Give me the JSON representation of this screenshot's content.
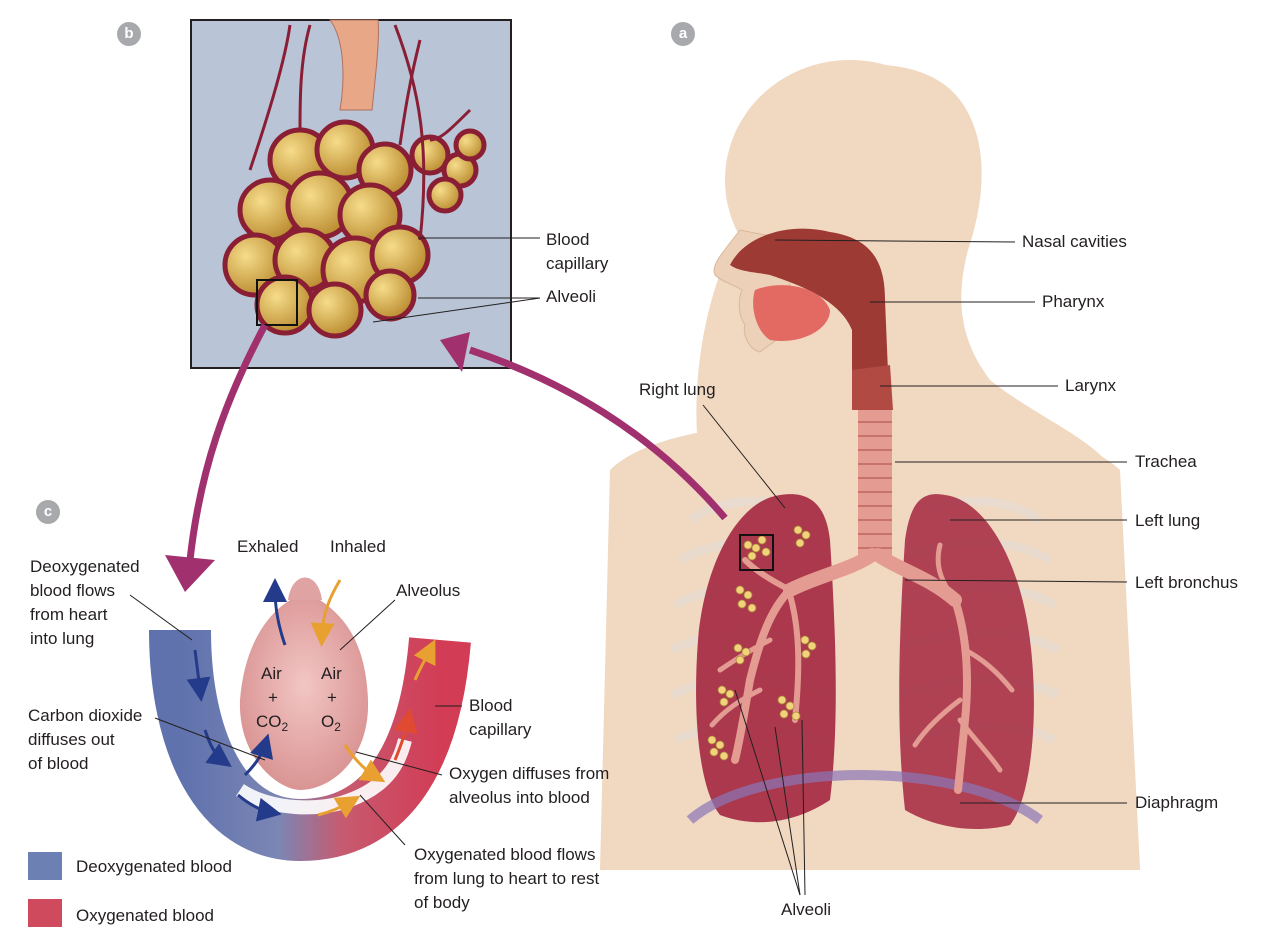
{
  "panels": {
    "a": "a",
    "b": "b",
    "c": "c"
  },
  "labels_a": {
    "nasal": "Nasal cavities",
    "pharynx": "Pharynx",
    "larynx": "Larynx",
    "trachea": "Trachea",
    "right_lung": "Right lung",
    "left_lung": "Left lung",
    "left_bronchus": "Left bronchus",
    "diaphragm": "Diaphragm",
    "alveoli": "Alveoli"
  },
  "labels_b": {
    "capillary_1": "Blood",
    "capillary_2": "capillary",
    "alveoli": "Alveoli"
  },
  "labels_c": {
    "exhaled": "Exhaled",
    "inhaled": "Inhaled",
    "alveolus": "Alveolus",
    "deoxy": [
      "Deoxygenated",
      "blood flows",
      "from heart",
      "into lung"
    ],
    "co2_diffuse": [
      "Carbon dioxide",
      "diffuses out",
      "of blood"
    ],
    "capillary": [
      "Blood",
      "capillary"
    ],
    "o2_diffuse": [
      "Oxygen diffuses from",
      "alveolus into blood"
    ],
    "oxy_flow": [
      "Oxygenated blood flows",
      "from lung to heart to rest",
      "of body"
    ],
    "air_left": {
      "air": "Air",
      "plus": "+",
      "co": "CO",
      "sub": "2"
    },
    "air_right": {
      "air": "Air",
      "plus": "+",
      "o": "O",
      "sub": "2"
    }
  },
  "legend": [
    {
      "label": "Deoxygenated blood",
      "color": "#6d80b4"
    },
    {
      "label": "Oxygenated blood",
      "color": "#cf4a5c"
    }
  ],
  "colors": {
    "skin": "#f1d8c0",
    "lung": "#a3273f",
    "trachea": "#e39b92",
    "arrow": "#a1306f",
    "box_bg": "#b9c5d6"
  }
}
